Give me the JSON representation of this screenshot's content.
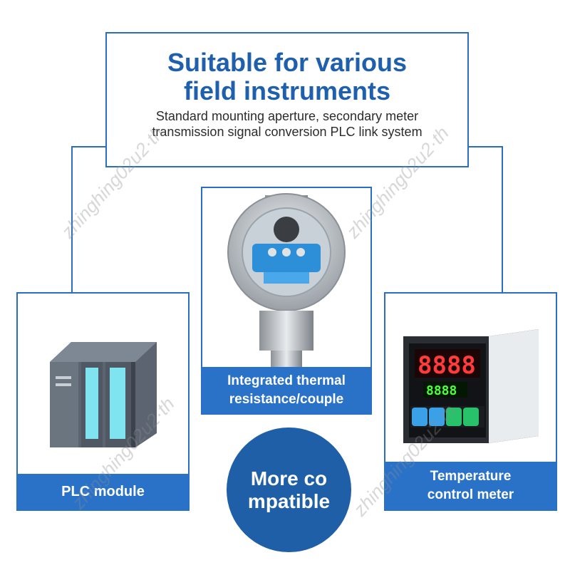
{
  "header": {
    "title_line1": "Suitable for various",
    "title_line2": "field instruments",
    "subtitle_line1": "Standard mounting aperture, secondary meter",
    "subtitle_line2": "transmission signal conversion PLC link system"
  },
  "cards": {
    "plc": {
      "label": "PLC module"
    },
    "thermal": {
      "label_line1": "Integrated thermal",
      "label_line2": "resistance/couple"
    },
    "meter": {
      "label_line1": "Temperature",
      "label_line2": "control meter",
      "display_pv": "8888",
      "display_sv": "8888"
    }
  },
  "center_badge": {
    "line1": "More co",
    "line2": "mpatible"
  },
  "watermark": "zhinghing02u2·th",
  "colors": {
    "brand_blue": "#1e5fae",
    "label_blue": "#2a72c8",
    "circle_blue": "#1f5fa8"
  }
}
